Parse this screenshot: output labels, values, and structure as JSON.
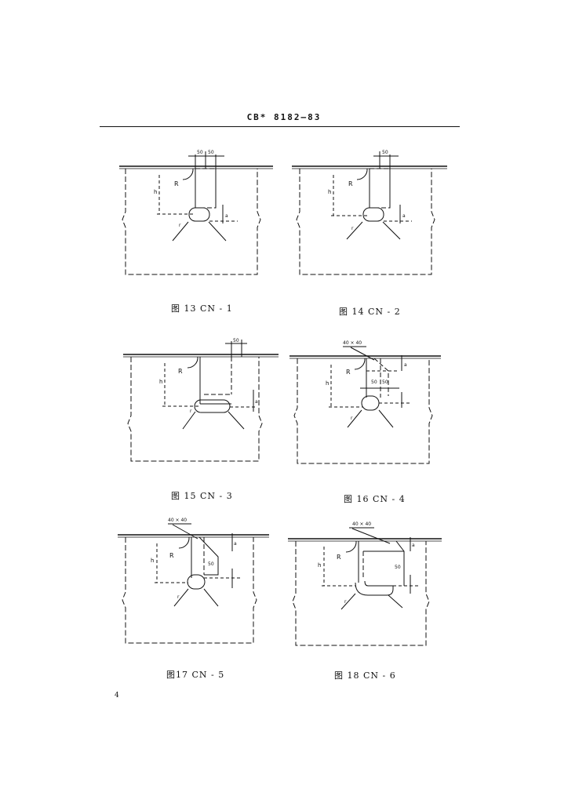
{
  "header": {
    "standard_code": "CB* 8182—83"
  },
  "figures": [
    {
      "caption": "图 13   CN - 1",
      "dims": [
        "50",
        "50"
      ],
      "labels": {
        "R": "R",
        "h": "h",
        "a": "a",
        "r": "r"
      }
    },
    {
      "caption": "图 14   CN - 2",
      "dims": [
        "50"
      ],
      "labels": {
        "R": "R",
        "h": "h",
        "a": "a",
        "r": "r"
      }
    },
    {
      "caption": "图 15   CN - 3",
      "dims": [
        "50"
      ],
      "labels": {
        "R": "R",
        "h": "h",
        "a": "a",
        "r": "r"
      }
    },
    {
      "caption": "图 16   CN - 4",
      "dims": [
        "40 × 40",
        "50",
        "50"
      ],
      "labels": {
        "R": "R",
        "h": "h",
        "a": "a",
        "r": "r"
      }
    },
    {
      "caption": "图17   CN - 5",
      "dims": [
        "40 × 40",
        "50"
      ],
      "labels": {
        "R": "R",
        "h": "h",
        "a": "a",
        "r": "r"
      }
    },
    {
      "caption": "图 18   CN - 6",
      "dims": [
        "40 × 40",
        "50"
      ],
      "labels": {
        "R": "R",
        "h": "h",
        "a": "a",
        "r": "r"
      }
    }
  ],
  "page_number": "4"
}
